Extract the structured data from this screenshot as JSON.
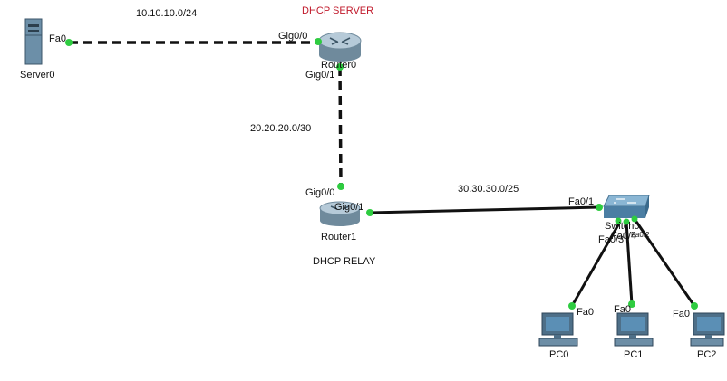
{
  "colors": {
    "link": "#111111",
    "port_up": "#2ecc40",
    "title_red": "#c0182a",
    "router_fill": "#9fb7c9",
    "switch_fill": "#5d93b8",
    "server_fill": "#6c8fa8",
    "pc_fill": "#5b7d96"
  },
  "devices": {
    "server0": {
      "name": "Server0",
      "icon": "server-icon"
    },
    "router0": {
      "name": "Router0",
      "icon": "router-icon"
    },
    "router1": {
      "name": "Router1",
      "icon": "router-icon"
    },
    "switch0": {
      "name": "Switch0",
      "icon": "switch-icon"
    },
    "pc0": {
      "name": "PC0",
      "icon": "pc-icon"
    },
    "pc1": {
      "name": "PC1",
      "icon": "pc-icon"
    },
    "pc2": {
      "name": "PC2",
      "icon": "pc-icon"
    }
  },
  "annotations": {
    "dhcp_server": "DHCP SERVER",
    "dhcp_relay": "DHCP RELAY",
    "net_10": "10.10.10.0/24",
    "net_20": "20.20.20.0/30",
    "net_30": "30.30.30.0/25"
  },
  "ports": {
    "server0_fa0": "Fa0",
    "router0_gig00": "Gig0/0",
    "router0_gig01": "Gig0/1",
    "router1_gig00": "Gig0/0",
    "router1_gig01": "Gig0/1",
    "switch0_fa01": "Fa0/1",
    "switch0_fa02": "Fa0/2",
    "switch0_fa03": "Fa0/3",
    "switch0_fa04": "Fa0/4",
    "pc0_fa0": "Fa0",
    "pc1_fa0": "Fa0",
    "pc2_fa0": "Fa0"
  }
}
